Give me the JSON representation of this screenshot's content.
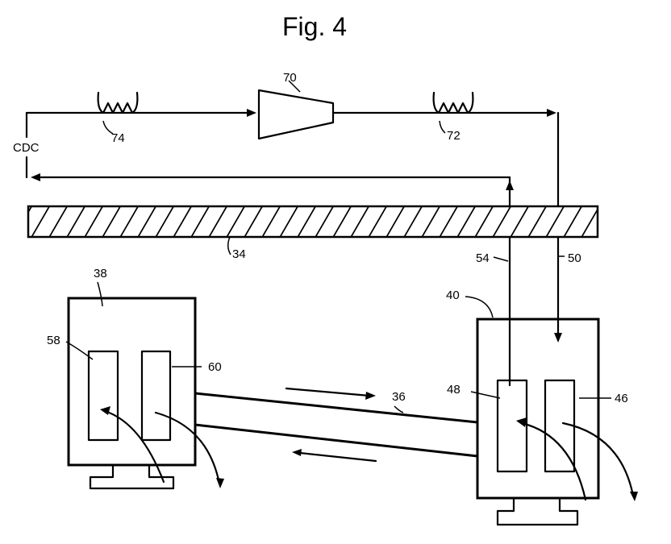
{
  "figure": {
    "title": "Fig. 4",
    "labels": {
      "cdc": "CDC",
      "amp": "70",
      "coil_left": "74",
      "coil_right": "72",
      "shaft": "34",
      "return_line": "54",
      "supply_line": "50",
      "left_unit": "38",
      "right_unit": "40",
      "left_chamber_a": "58",
      "left_chamber_b": "60",
      "right_chamber_a": "48",
      "right_chamber_b": "46",
      "link": "36"
    }
  }
}
